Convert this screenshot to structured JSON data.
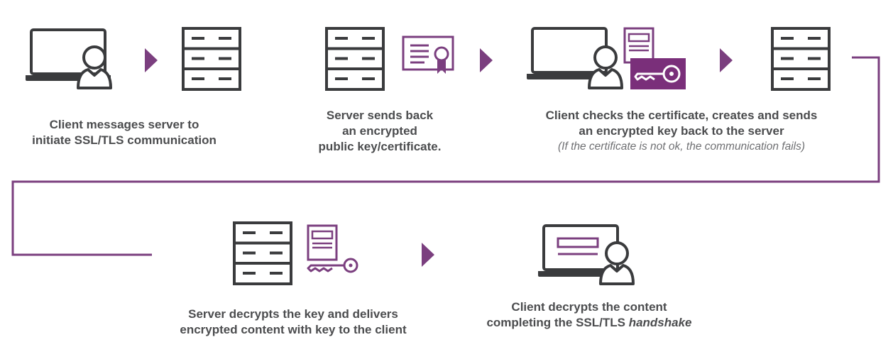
{
  "colors": {
    "icon_dark": "#3a3b3d",
    "accent": "#7b3f7f",
    "accent_fill": "#7a2f7a",
    "text": "#4b4c4e",
    "note_text": "#6e6f72"
  },
  "icons": {
    "client": "laptop-user-icon",
    "server": "server-rack-icon",
    "certificate": "certificate-icon",
    "key": "key-icon",
    "arrow": "arrow-right-icon"
  },
  "steps": [
    {
      "caption_lines": [
        "Client messages server to",
        "initiate SSL/TLS communication"
      ]
    },
    {
      "caption_lines": [
        "Server sends back",
        "an encrypted",
        "public key/certificate."
      ]
    },
    {
      "caption_lines": [
        "Client checks the certificate, creates and sends",
        "an encrypted key back to the server"
      ],
      "note": "(If the certificate is not ok, the communication fails)"
    },
    {
      "caption_lines": [
        "Server decrypts the key and delivers",
        "encrypted content with key to the client"
      ]
    },
    {
      "caption_lines": [
        "Client decrypts the content"
      ],
      "last_line_prefix": "completing the SSL/TLS ",
      "last_line_emphasis": "handshake"
    }
  ]
}
